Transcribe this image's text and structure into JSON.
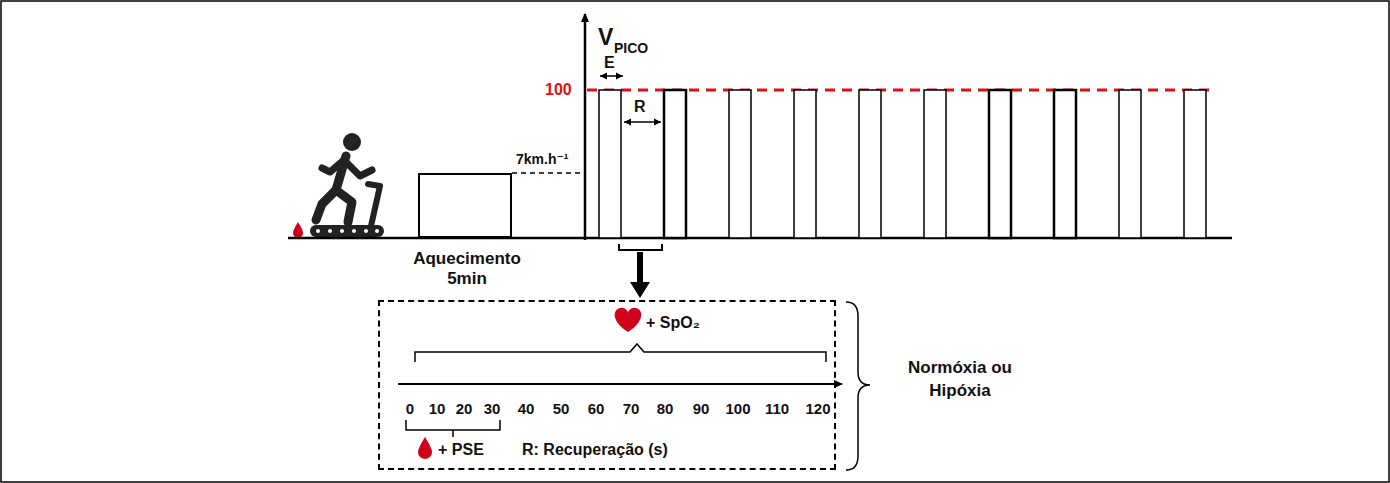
{
  "diagram": {
    "nodes": [
      {
        "text": [
          "Aquecimento 5min"
        ]
      },
      {
        "text": [
          "+ SpO₂",
          "+ PSE",
          "R: Recuperação (s)"
        ]
      }
    ],
    "labels": [
      "V",
      "PICO",
      "100",
      "7km.h⁻¹",
      "E",
      "R",
      "0",
      "10",
      "20",
      "30",
      "40",
      "50",
      "60",
      "70",
      "80",
      "90",
      "100",
      "110",
      "120",
      "Normóxia ou Hipóxia"
    ]
  }
}
